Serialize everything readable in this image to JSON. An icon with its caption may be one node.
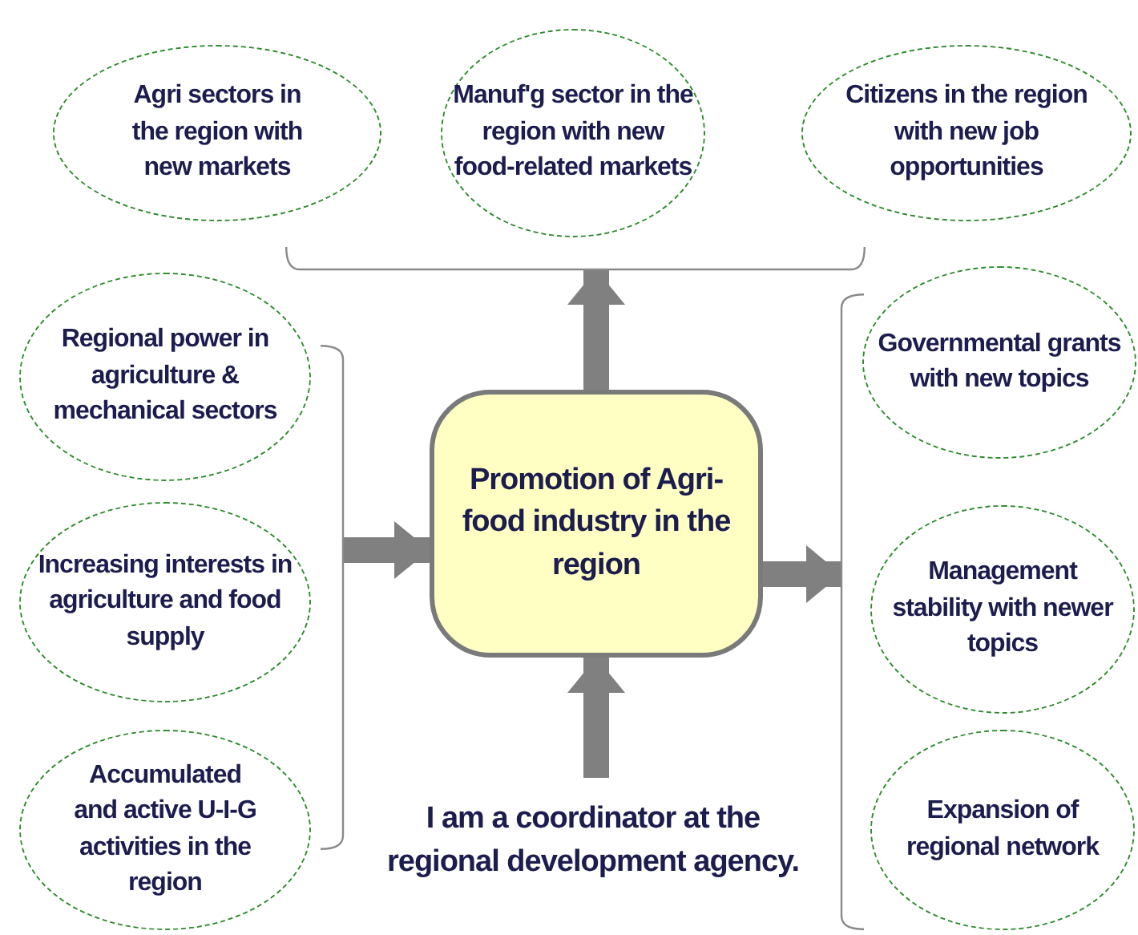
{
  "diagram": {
    "nodes": [
      {
        "text": [
          "Agri sectors in the region with new markets"
        ]
      },
      {
        "text": [
          "Manuf'g sector in the region with new food-related markets"
        ]
      },
      {
        "text": [
          "Citizens in the region with new job opportunities"
        ]
      },
      {
        "text": [
          "Regional power in agriculture & mechanical sectors"
        ]
      },
      {
        "text": [
          "Governmental grants with new topics"
        ]
      },
      {
        "text": [
          "Increasing interests in agriculture and food supply"
        ]
      },
      {
        "text": [
          "Promotion of Agri-food industry in the region"
        ]
      },
      {
        "text": [
          "Management stability with newer topics"
        ]
      },
      {
        "text": [
          "Accumulated and active U-I-G activities in the region"
        ]
      },
      {
        "text": [
          "Expansion of regional network"
        ]
      },
      {
        "text": [
          "I am a coordinator at the regional development agency."
        ]
      },
      {
        "text": [],
        "shape": "bracket"
      },
      {
        "text": [],
        "shape": "bracket"
      },
      {
        "text": [],
        "shape": "bracket"
      }
    ],
    "edges": [
      {
        "from": 12,
        "to": 6,
        "arrow": "to"
      },
      {
        "from": 6,
        "to": 11,
        "arrow": "to"
      },
      {
        "from": 6,
        "to": 13,
        "arrow": "to"
      },
      {
        "from": 10,
        "to": 6,
        "arrow": "to"
      }
    ]
  }
}
